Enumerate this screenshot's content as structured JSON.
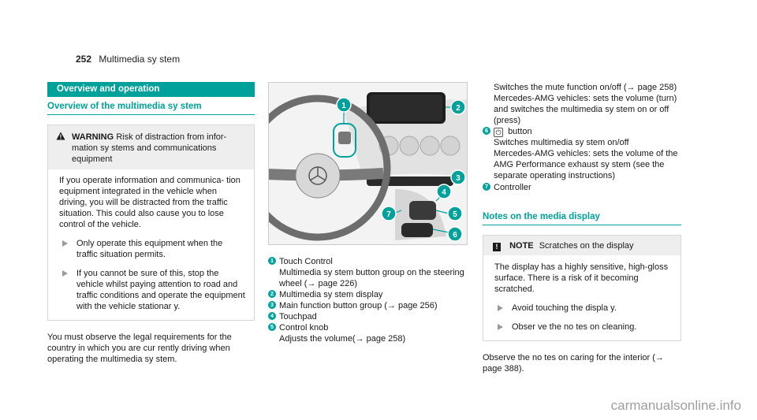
{
  "header": {
    "page_number": "252",
    "title": "Multimedia sy stem"
  },
  "col1": {
    "section_title": "Overview and operation",
    "subheading": "Overview of the multimedia sy stem",
    "warning": {
      "label": "WARNING",
      "text_first": "Risk of distraction from infor‐",
      "text_rest": "mation sy stems and communications equipment",
      "body": "If you operate information and communica‐ tion equipment integrated in the vehicle when driving, you will be distracted from the traffic situation. This could also cause you to lose control of the vehicle.",
      "steps": [
        "Only operate this equipment when the traffic situation permits.",
        "If you cannot be sure of this, stop the vehicle whilst paying attention to road and traffic conditions and operate the equipment with the vehicle stationar y."
      ]
    },
    "paragraph": "You must observe the legal requirements for the country in which you are cur rently driving when operating the multimedia sy stem."
  },
  "col2": {
    "figure_markers": [
      "1",
      "2",
      "3",
      "4",
      "5",
      "6",
      "7"
    ],
    "legend": [
      {
        "num": "1",
        "title": "Touch Control",
        "detail": "Multimedia sy stem button group on the steering wheel (→ page 226)"
      },
      {
        "num": "2",
        "title": "Multimedia sy stem display",
        "detail": ""
      },
      {
        "num": "3",
        "title": "Main function button group (→ page 256)",
        "detail": ""
      },
      {
        "num": "4",
        "title": "Touchpad",
        "detail": ""
      },
      {
        "num": "5",
        "title": "Control knob",
        "detail": "Adjusts the volume(→ page 258)"
      }
    ]
  },
  "col3": {
    "continuation_1": "Switches the mute function on/off (→ page 258)",
    "continuation_2": "Mercedes-AMG vehicles: sets the volume (turn) and switches the multimedia sy stem on or off (press)",
    "item6": {
      "num": "6",
      "glyph": "⏻",
      "title": "button",
      "detail_1": "Switches multimedia sy stem on/off",
      "detail_2": "Mercedes-AMG vehicles: sets the volume of the AMG Performance exhaust sy stem (see the separate operating instructions)"
    },
    "item7": {
      "num": "7",
      "title": "Controller"
    },
    "subheading": "Notes on the media display",
    "note": {
      "label": "NOTE",
      "title": "Scratches on the display",
      "body": "The display has a highly sensitive, high-gloss surface. There is a risk of it becoming scratched.",
      "steps": [
        "Avoid touching the displa y.",
        "Obser ve the no tes on cleaning."
      ]
    },
    "paragraph": "Observe the no tes on caring for the interior (→ page 388)."
  },
  "watermark": "carmanualsonline.info",
  "colors": {
    "accent": "#00a19b",
    "box_header": "#eeeeee"
  }
}
